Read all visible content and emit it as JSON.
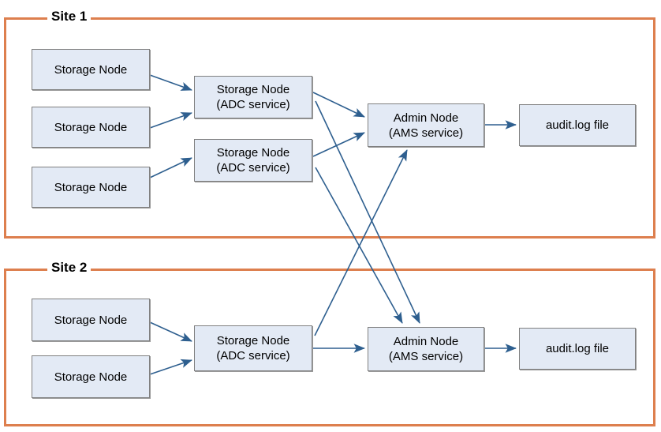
{
  "diagram": {
    "title_hidden": "",
    "colors": {
      "site_border": "#dd7f4e",
      "node_fill": "#e3eaf5",
      "node_border": "#808080",
      "arrow": "#2e5f8f",
      "text": "#000000"
    },
    "sites": [
      {
        "id": "site-1",
        "label": "Site 1",
        "nodes": [
          {
            "id": "s1-sn-1",
            "name": "storage-node",
            "line1": "Storage Node",
            "line2": ""
          },
          {
            "id": "s1-sn-2",
            "name": "storage-node",
            "line1": "Storage Node",
            "line2": ""
          },
          {
            "id": "s1-sn-3",
            "name": "storage-node",
            "line1": "Storage Node",
            "line2": ""
          },
          {
            "id": "s1-adc-1",
            "name": "storage-node-adc",
            "line1": "Storage Node",
            "line2": "(ADC service)"
          },
          {
            "id": "s1-adc-2",
            "name": "storage-node-adc",
            "line1": "Storage Node",
            "line2": "(ADC service)"
          },
          {
            "id": "s1-admin",
            "name": "admin-node-ams",
            "line1": "Admin Node",
            "line2": "(AMS service)"
          },
          {
            "id": "s1-audit",
            "name": "audit-log-file",
            "line1": "audit.log file",
            "line2": ""
          }
        ]
      },
      {
        "id": "site-2",
        "label": "Site 2",
        "nodes": [
          {
            "id": "s2-sn-1",
            "name": "storage-node",
            "line1": "Storage Node",
            "line2": ""
          },
          {
            "id": "s2-sn-2",
            "name": "storage-node",
            "line1": "Storage Node",
            "line2": ""
          },
          {
            "id": "s2-adc-1",
            "name": "storage-node-adc",
            "line1": "Storage Node",
            "line2": "(ADC service)"
          },
          {
            "id": "s2-admin",
            "name": "admin-node-ams",
            "line1": "Admin Node",
            "line2": "(AMS service)"
          },
          {
            "id": "s2-audit",
            "name": "audit-log-file",
            "line1": "audit.log file",
            "line2": ""
          }
        ]
      }
    ],
    "connections": [
      {
        "from": "s1-sn-1",
        "to": "s1-adc-1"
      },
      {
        "from": "s1-sn-2",
        "to": "s1-adc-1"
      },
      {
        "from": "s1-sn-3",
        "to": "s1-adc-2"
      },
      {
        "from": "s1-adc-1",
        "to": "s1-admin"
      },
      {
        "from": "s1-adc-2",
        "to": "s1-admin"
      },
      {
        "from": "s1-adc-1",
        "to": "s2-admin"
      },
      {
        "from": "s1-adc-2",
        "to": "s2-admin"
      },
      {
        "from": "s2-adc-1",
        "to": "s1-admin"
      },
      {
        "from": "s2-adc-1",
        "to": "s2-admin"
      },
      {
        "from": "s2-sn-1",
        "to": "s2-adc-1"
      },
      {
        "from": "s2-sn-2",
        "to": "s2-adc-1"
      },
      {
        "from": "s1-admin",
        "to": "s1-audit"
      },
      {
        "from": "s2-admin",
        "to": "s2-audit"
      }
    ]
  }
}
